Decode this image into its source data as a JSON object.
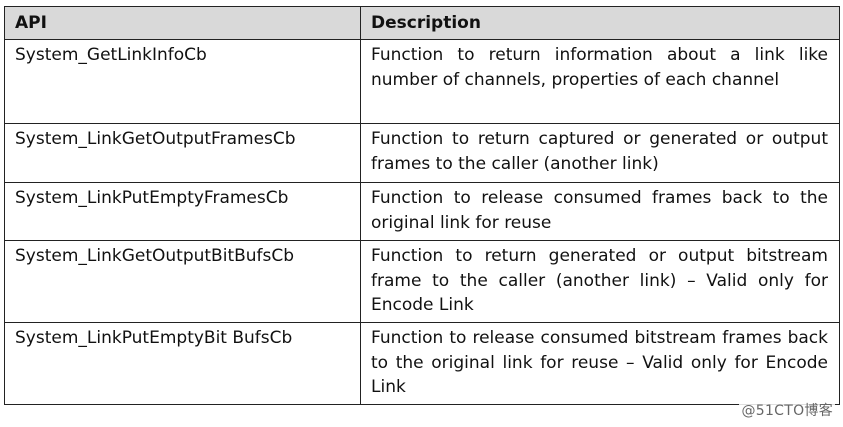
{
  "table": {
    "headers": {
      "api": "API",
      "description": "Description"
    },
    "rows": [
      {
        "api": "System_GetLinkInfoCb",
        "description": "Function to return information about a link like number of channels, properties of each channel"
      },
      {
        "api": "System_LinkGetOutputFramesCb",
        "description": "Function to return captured or generated or output frames to the caller (another link)"
      },
      {
        "api": "System_LinkPutEmptyFramesCb",
        "description": "Function to release consumed frames back to the original link for reuse"
      },
      {
        "api": "System_LinkGetOutputBitBufsCb",
        "description": "Function to return generated or output bitstream frame to the caller (another link) – Valid only for Encode Link"
      },
      {
        "api": "System_LinkPutEmptyBit BufsCb",
        "description": "Function to release consumed bitstream frames back to the original link for reuse – Valid only for Encode Link"
      }
    ]
  },
  "watermark": "@51CTO博客"
}
